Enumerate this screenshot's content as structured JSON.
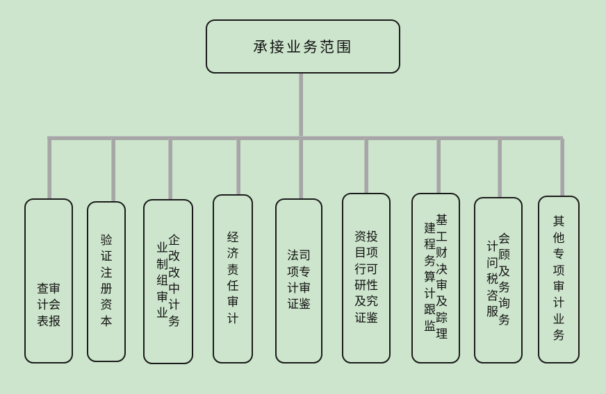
{
  "diagram": {
    "title": "承接业务范围",
    "type": "organizational-tree",
    "orientation": "top-down",
    "background_color": "#cde5cd",
    "box_border_color": "#1a1a1a",
    "connector_color": "#a6a6a6",
    "text_color": "#101010",
    "text_direction": "vertical-rl"
  },
  "root": {
    "label": "承接业务范围",
    "columns": [
      [
        "承接业务范围"
      ]
    ]
  },
  "children": [
    {
      "id": "node-1",
      "label": "审查会计报表",
      "columns": [
        [
          "审",
          "会",
          "报"
        ],
        [
          "查",
          "计",
          "表"
        ]
      ]
    },
    {
      "id": "node-2",
      "label": "验证注册资本",
      "columns": [
        [
          "验",
          "证",
          "注",
          "册",
          "资",
          "本"
        ]
      ]
    },
    {
      "id": "node-3",
      "label": "企业改制改组中审计业务",
      "columns": [
        [
          "企",
          "改",
          "改",
          "中",
          "计",
          "务"
        ],
        [
          "业",
          "制",
          "组",
          "审",
          "业"
        ]
      ]
    },
    {
      "id": "node-4",
      "label": "经济责任审计",
      "columns": [
        [
          "经",
          "济",
          "责",
          "任",
          "审",
          "计"
        ]
      ]
    },
    {
      "id": "node-5",
      "label": "司法专项审计鉴证",
      "columns": [
        [
          "司",
          "专",
          "审",
          "鉴"
        ],
        [
          "法",
          "项",
          "计",
          "证"
        ]
      ]
    },
    {
      "id": "node-6",
      "label": "投资项目可行性研究及鉴证",
      "columns": [
        [
          "投",
          "项",
          "可",
          "性",
          "究",
          "鉴"
        ],
        [
          "资",
          "目",
          "行",
          "研",
          "及",
          "证"
        ]
      ]
    },
    {
      "id": "node-7",
      "label": "基建工程财务决算审计及跟踪监理",
      "columns": [
        [
          "基",
          "工",
          "财",
          "决",
          "审",
          "及",
          "踪",
          "理"
        ],
        [
          "建",
          "程",
          "务",
          "算",
          "计",
          "跟",
          "监"
        ]
      ]
    },
    {
      "id": "node-8",
      "label": "会计咨询税务服务及顾问",
      "columns": [
        [
          "会",
          "顾",
          "及",
          "务",
          "询",
          "务"
        ],
        [
          "计",
          "问",
          "税",
          "咨",
          "服"
        ]
      ]
    },
    {
      "id": "node-9",
      "label": "其他专项审计业务",
      "columns": [
        [
          "其",
          "他",
          "专",
          "项",
          "审",
          "计",
          "业",
          "务"
        ]
      ]
    }
  ]
}
